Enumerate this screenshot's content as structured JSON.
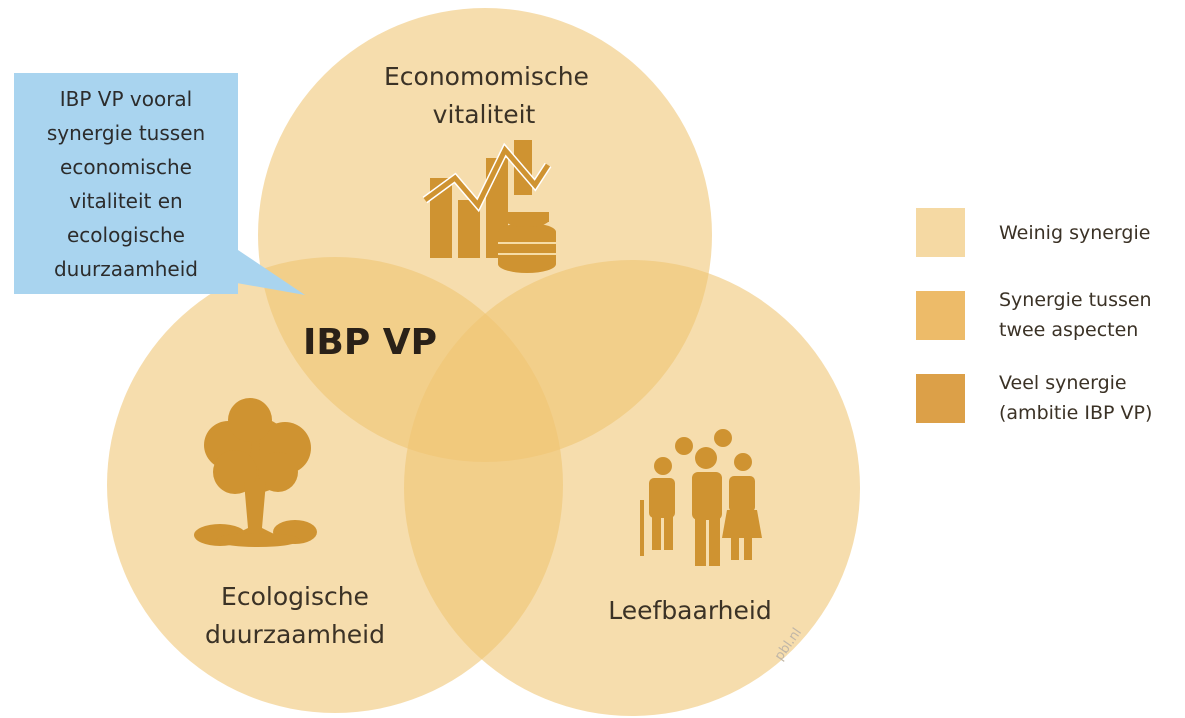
{
  "circles": {
    "economic": {
      "label": "Economomische\nvitaliteit",
      "icon": "economy-chart-coins-icon"
    },
    "ecological": {
      "label": "Ecologische\nduurzaamheid",
      "icon": "tree-icon"
    },
    "livability": {
      "label": "Leefbaarheid",
      "icon": "people-group-icon"
    }
  },
  "center_label": "IBP VP",
  "callout": {
    "text": "IBP VP vooral\nsynergie tussen\neconomische\nvitaliteit en\necologische\nduurzaamheid"
  },
  "legend": [
    {
      "label": "Weinig synergie",
      "color": "#f5d9a3"
    },
    {
      "label": "Synergie tussen\ntwee aspecten",
      "color": "#edbb69"
    },
    {
      "label": "Veel synergie\n(ambitie IBP VP)",
      "color": "#dca048"
    }
  ],
  "colors": {
    "circle_fill": "#f0c572",
    "icon": "#cf9331",
    "callout_bg": "#a9d4ef"
  },
  "watermark": "pbl.nl"
}
